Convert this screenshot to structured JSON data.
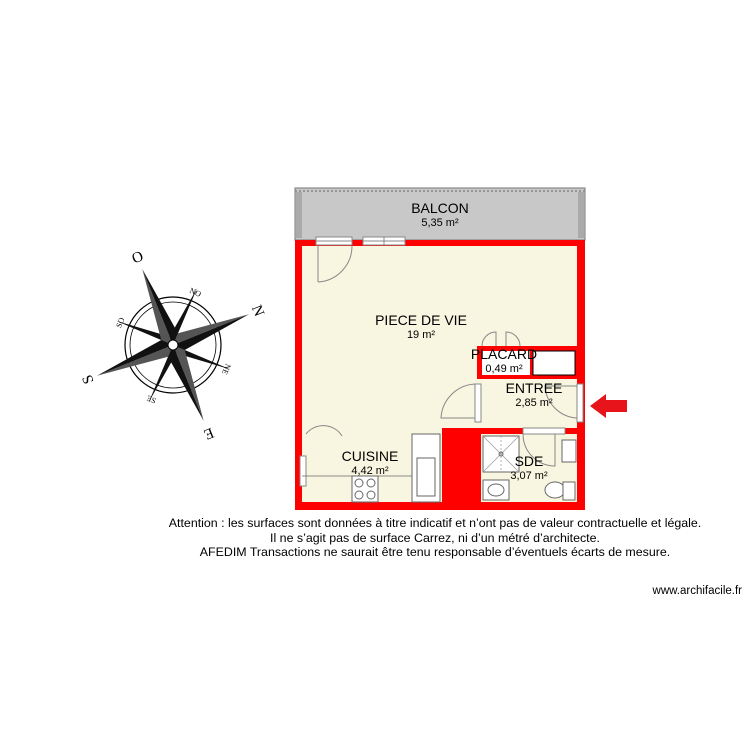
{
  "rooms": [
    {
      "name": "BALCON",
      "area": "5,35 m²"
    },
    {
      "name": "PIECE DE VIE",
      "area": "19 m²"
    },
    {
      "name": "PLACARD",
      "area": "0,49 m²"
    },
    {
      "name": "ENTREE",
      "area": "2,85 m²"
    },
    {
      "name": "CUISINE",
      "area": "4,42 m²"
    },
    {
      "name": "SDE",
      "area": "3,07 m²"
    }
  ],
  "compass": {
    "major": {
      "n": "N",
      "s": "S",
      "e": "E",
      "o": "O"
    },
    "minor": {
      "no": "NO",
      "ne": "NE",
      "so": "SO",
      "se": "SE"
    }
  },
  "disclaimer": [
    "Attention : les surfaces sont données à titre indicatif et n’ont pas de valeur contractuelle et légale.",
    "Il ne s’agit pas de surface Carrez, ni d’un métré d’architecte.",
    "AFEDIM Transactions ne saurait être tenu responsable d’éventuels écarts de mesure."
  ],
  "website": "www.archifacile.fr",
  "colors": {
    "wall": "#ff0000",
    "floor": "#f8f6e0",
    "balcony": "#c8c8c8",
    "arrow": "#e8141b"
  }
}
